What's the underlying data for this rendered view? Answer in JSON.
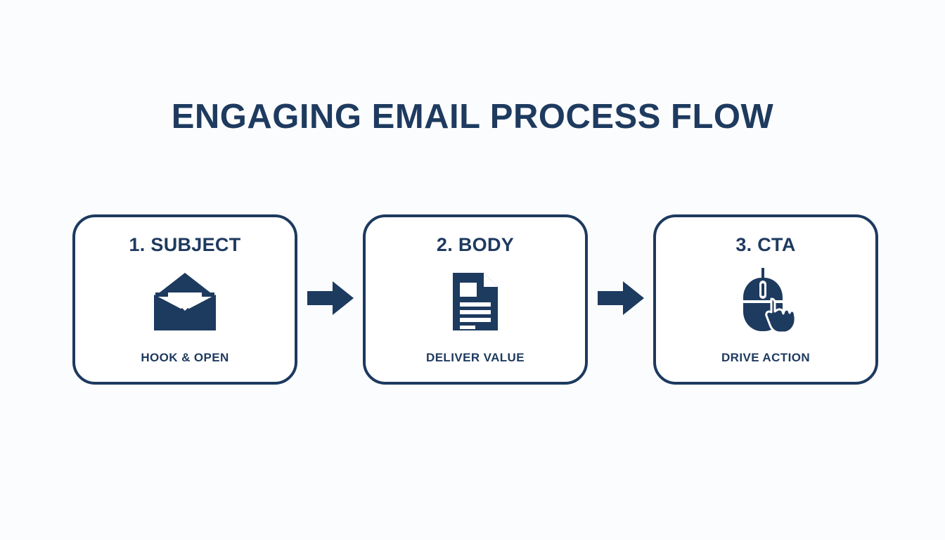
{
  "page": {
    "title": "ENGAGING EMAIL PROCESS FLOW",
    "background_color": "#fbfcfd",
    "accent_color": "#1e3a5f",
    "border_color": "#1d3a5f",
    "card_fill_color": "#ffffff"
  },
  "flow": {
    "steps": [
      {
        "title": "1. SUBJECT",
        "caption": "HOOK & OPEN",
        "icon": "open-envelope-icon"
      },
      {
        "title": "2. BODY",
        "caption": "DELIVER VALUE",
        "icon": "document-icon"
      },
      {
        "title": "3. CTA",
        "caption": "DRIVE ACTION",
        "icon": "mouse-click-icon"
      }
    ],
    "connectors": [
      {
        "icon": "arrow-right-icon"
      },
      {
        "icon": "arrow-right-icon"
      }
    ]
  }
}
